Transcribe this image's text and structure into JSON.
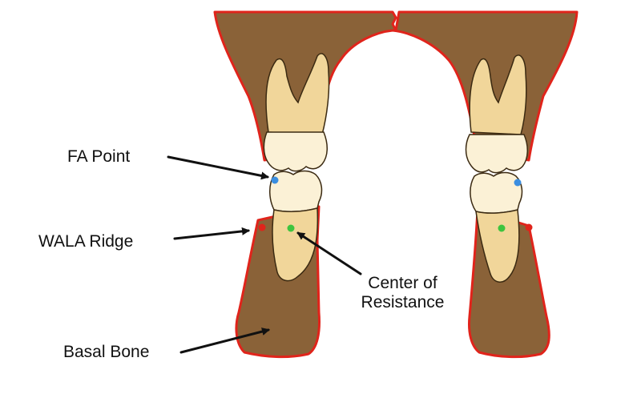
{
  "labels": {
    "fa_point": "FA Point",
    "wala_ridge": "WALA Ridge",
    "center_of_resistance_line1": "Center of",
    "center_of_resistance_line2": "Resistance",
    "basal_bone": "Basal Bone"
  },
  "colors": {
    "bone": "#8a6238",
    "bone_outline": "#e0241b",
    "crown": "#fbf1d6",
    "root": "#f1d69a",
    "root_shadow": "#d9a95a",
    "tooth_outline": "#3b2a12",
    "fa_point_dot": "#3b8ee0",
    "center_of_resistance_dot": "#3ec43e",
    "wala_dot": "#e0241b",
    "arrow": "#111111"
  }
}
